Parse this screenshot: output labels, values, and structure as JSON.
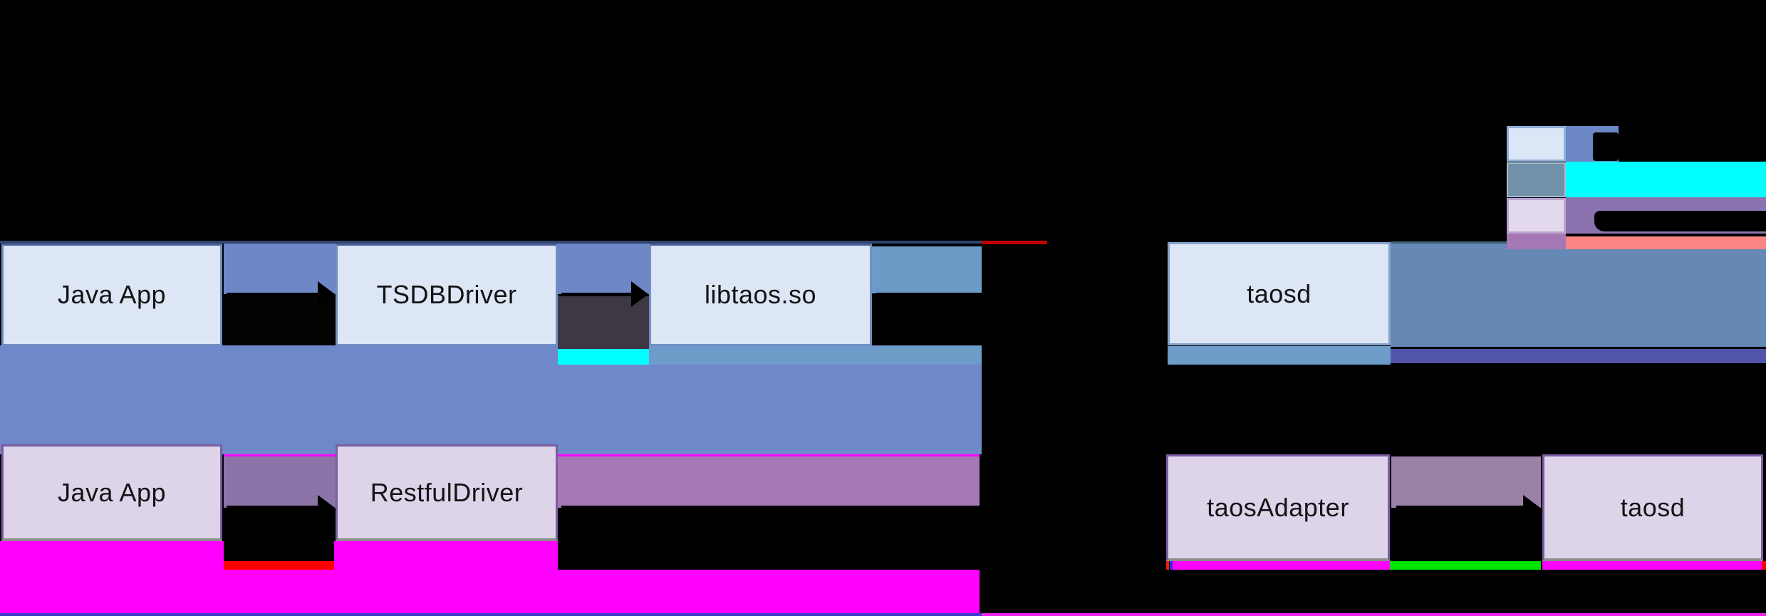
{
  "diagram_title": "",
  "labels": {
    "jni_app": "Java App",
    "jni_driver": "TSDBDriver",
    "jni_lib": "libtaos.so",
    "jni_server": "taosd",
    "rest_app": "Java App",
    "rest_driver": "RestfulDriver",
    "rest_adapter": "taosAdapter",
    "rest_server": "taosd"
  },
  "legend": {
    "swatch_1_color": "#dbe7f7",
    "swatch_2_color": "#7191a9",
    "swatch_3_color": "#e3d9ec",
    "label_text_readable": false
  },
  "colors": {
    "background": "#000000",
    "box_blue_fill": "#dce6f5",
    "box_blue_border": "#7090c4",
    "box_purple_fill": "#ded4ea",
    "box_purple_border": "#7a5da2",
    "periwinkle_band": "#6e88c9",
    "steel_strip": "#6d9cc8",
    "steel_block": "#6589b4",
    "indigo_band": "#5254aa",
    "row2_gap_band": "#8a74a8",
    "row2_long_band": "#a678b5",
    "row2_right_gap_band": "#9b81a6",
    "legend_purple_band": "#8a73ae",
    "magenta": "#ff00ff",
    "cyan": "#00ffff",
    "green": "#00e400",
    "red": "#ff0000",
    "dark_red_line": "#c00000",
    "salmon": "#fc8585",
    "bottom_line_blue": "#3c3ccc",
    "bottom_line_pink": "#ee22ee"
  }
}
